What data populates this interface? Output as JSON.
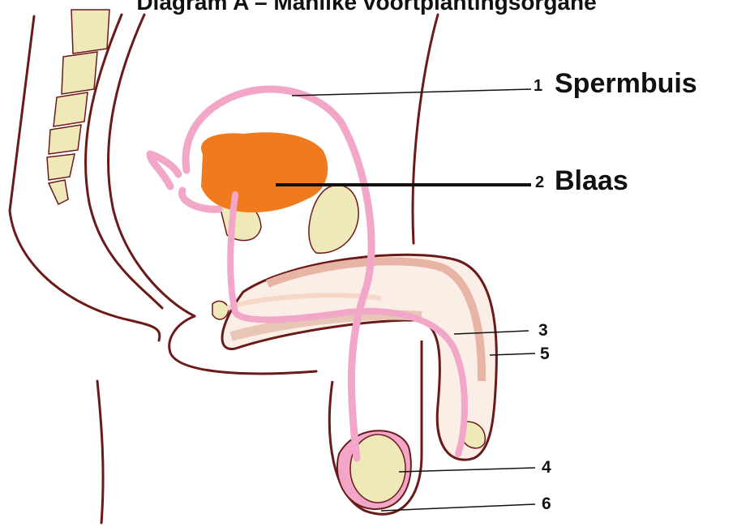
{
  "title": "Diagram A – Manlike voortplantingsorgane",
  "labels": {
    "l1_num": "1",
    "l1_text": "Spermbuis",
    "l2_num": "2",
    "l2_text": "Blaas",
    "l3": "3",
    "l4": "4",
    "l5": "5",
    "l6": "6"
  },
  "colors": {
    "outline": "#6b1a1a",
    "duct": "#f2a6c8",
    "bladder": "#f07a1e",
    "bone": "#efe8b8",
    "tissue": "#f6d8c8",
    "leader": "#111111"
  }
}
